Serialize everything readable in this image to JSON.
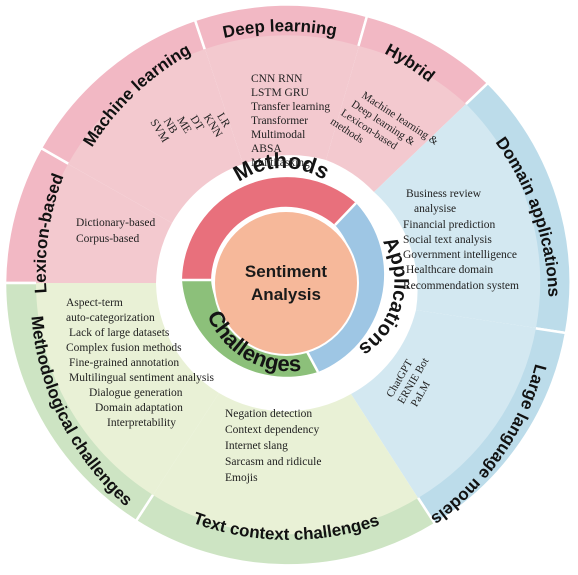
{
  "center": {
    "line1": "Sentiment",
    "line2": "Analysis"
  },
  "inner_ring": {
    "methods": "Methods",
    "applications": "Applications",
    "challenges": "Challenges"
  },
  "sectors": {
    "lexicon": {
      "title": "Lexicon-based",
      "items": [
        "Dictionary-based",
        "Corpus-based"
      ]
    },
    "machine_learning": {
      "title": "Machine learning",
      "items": [
        "SVM",
        "NB",
        "ME",
        "DT",
        "KNN",
        "LR"
      ]
    },
    "deep_learning": {
      "title": "Deep learning",
      "items": [
        "CNN RNN",
        "LSTM GRU",
        "Transfer learning",
        "Transformer",
        "Multimodal",
        "ABSA",
        "Multitasking"
      ]
    },
    "hybrid": {
      "title": "Hybrid",
      "items": [
        "Machine learning &",
        "Deep learning &",
        "Lexicon-based",
        "methods"
      ]
    },
    "domain": {
      "title": "Domain applications",
      "items": [
        "Business review",
        "analysise",
        "Financial  prediction",
        "Social text analysis",
        "Government intelligence",
        "Healthcare domain",
        "Recommendation system"
      ]
    },
    "llm": {
      "title": "Large language models",
      "items": [
        "ChatGPT",
        "ERNIE Bot",
        "PaLM"
      ]
    },
    "text_context": {
      "title": "Text context challenges",
      "items": [
        "Negation detection",
        "Context dependency",
        "Internet slang",
        "Sarcasm and ridicule",
        "Emojis"
      ]
    },
    "methodological": {
      "title": "Methodological challenges",
      "items": [
        "Aspect-term",
        "auto-categorization",
        "Lack of large datasets",
        "Complex fusion methods",
        "Fine-grained annotation",
        "Multilingual sentiment analysis",
        "Dialogue generation",
        "Domain adaptation",
        "Interpretability"
      ]
    }
  },
  "colors": {
    "methods_outer": "#f2b8c4",
    "methods_mid": "#f3c9cf",
    "methods_inner": "#e8707c",
    "applications_outer": "#bcdcea",
    "applications_mid": "#d3e8f1",
    "applications_inner": "#9ec6e4",
    "challenges_outer": "#cde4c3",
    "challenges_mid": "#e9f1d6",
    "challenges_inner": "#8cc07a",
    "center": "#f6b89a",
    "divider": "#ffffff"
  }
}
